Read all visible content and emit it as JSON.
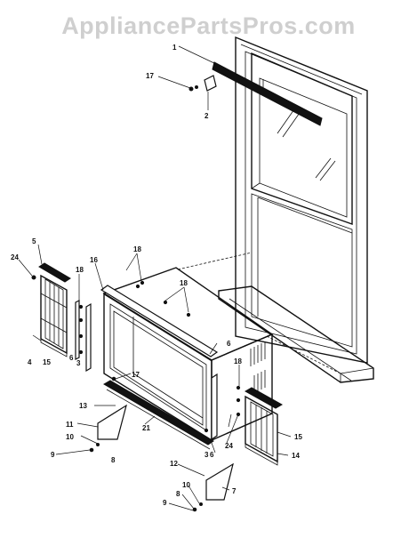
{
  "watermark": "AppliancePartsPros.com",
  "callouts": {
    "c1": "1",
    "c2": "2",
    "c17a": "17",
    "c5": "5",
    "c24a": "24",
    "c18a": "18",
    "c16": "16",
    "c18b": "18",
    "c18c": "18",
    "c6a": "6",
    "c4": "4",
    "c15a": "15",
    "c6b": "6",
    "c3a": "3",
    "c17b": "17",
    "c13": "13",
    "c11": "11",
    "c10a": "10",
    "c21": "21",
    "c9a": "9",
    "c8a": "8",
    "c18d": "18",
    "c3b": "3",
    "c6c": "6",
    "c24b": "24",
    "c15b": "15",
    "c14": "14",
    "c12": "12",
    "c7": "7",
    "c10b": "10",
    "c8b": "8",
    "c9b": "9"
  }
}
